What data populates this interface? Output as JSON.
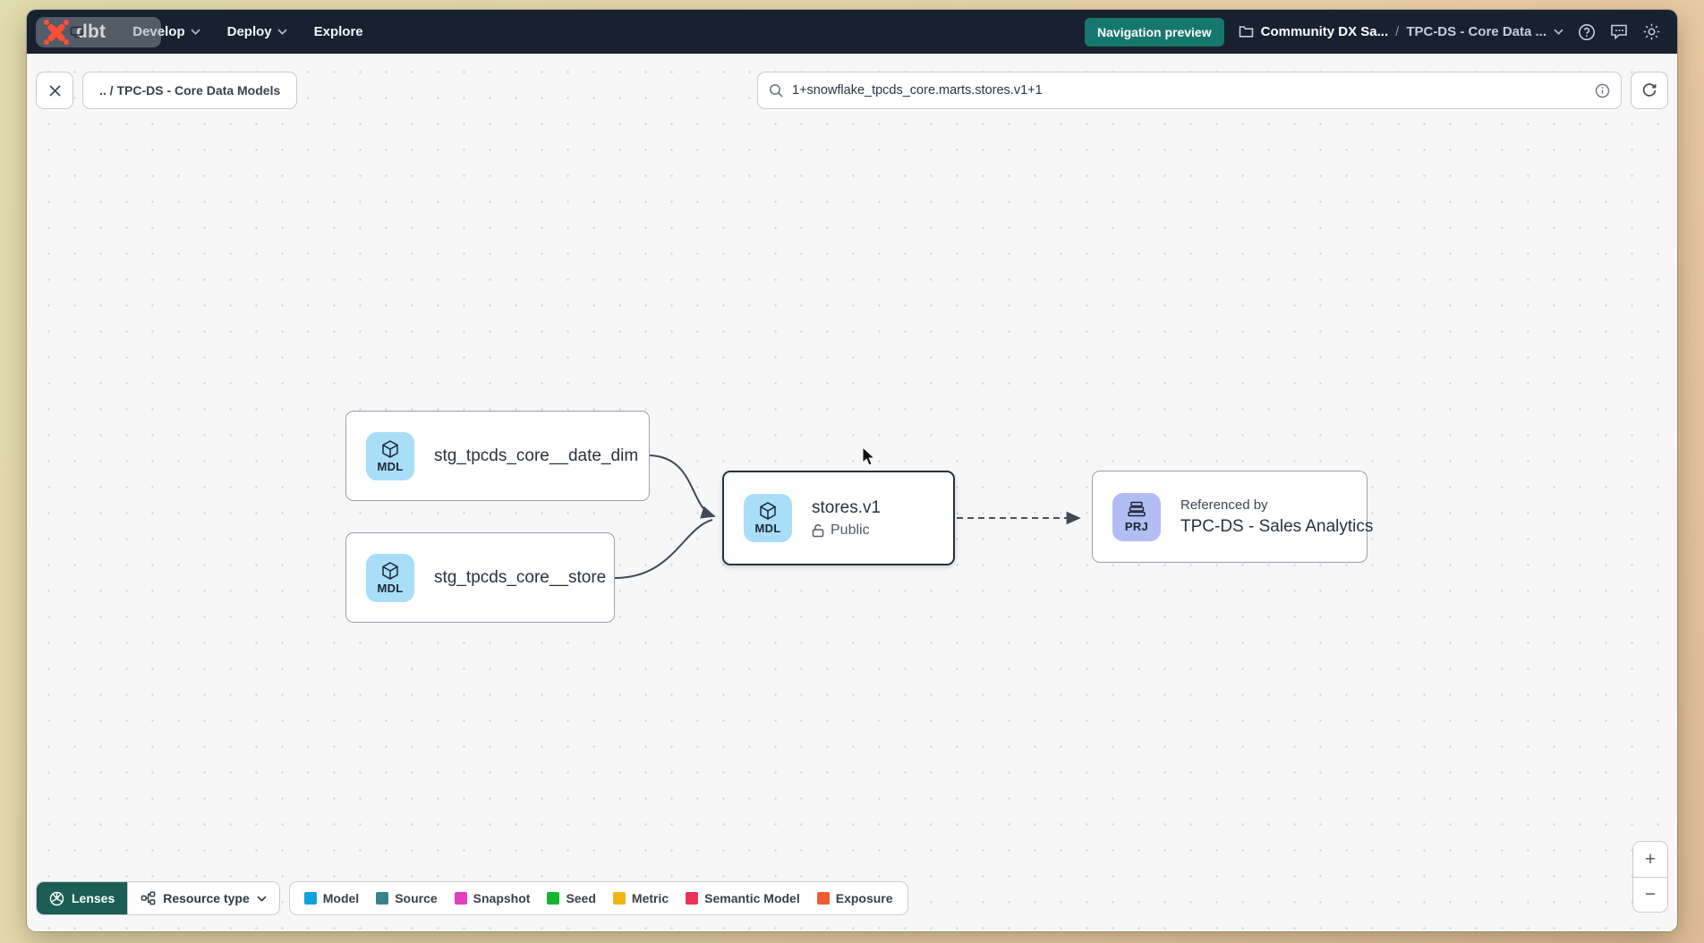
{
  "navbar": {
    "logo_text": "dbt",
    "items": [
      {
        "label": "Develop"
      },
      {
        "label": "Deploy"
      },
      {
        "label": "Explore"
      }
    ],
    "preview_button_label": "Navigation preview",
    "breadcrumb": {
      "project": "Community DX Sa...",
      "separator": "/",
      "section": "TPC-DS - Core Data ..."
    }
  },
  "toolbar": {
    "back_chip_label": ".. / TPC-DS - Core Data Models",
    "search_value": "1+snowflake_tpcds_core.marts.stores.v1+1"
  },
  "graph": {
    "nodes": [
      {
        "badge": "MDL",
        "label": "stg_tpcds_core__date_dim"
      },
      {
        "badge": "MDL",
        "label": "stg_tpcds_core__store"
      },
      {
        "badge": "MDL",
        "label": "stores.v1",
        "access": "Public"
      },
      {
        "badge": "PRJ",
        "overline": "Referenced by",
        "label": "TPC-DS - Sales Analytics"
      }
    ]
  },
  "footer": {
    "lenses_label": "Lenses",
    "resource_type_label": "Resource type",
    "legend": [
      {
        "label": "Model",
        "color": "#14a0dc"
      },
      {
        "label": "Source",
        "color": "#37838b"
      },
      {
        "label": "Snapshot",
        "color": "#df3fbe"
      },
      {
        "label": "Seed",
        "color": "#17b52e"
      },
      {
        "label": "Metric",
        "color": "#edb816"
      },
      {
        "label": "Semantic Model",
        "color": "#ea3158"
      },
      {
        "label": "Exposure",
        "color": "#ed5c35"
      }
    ]
  },
  "zoom_controls": {
    "zoom_in": "+",
    "zoom_out": "−"
  }
}
